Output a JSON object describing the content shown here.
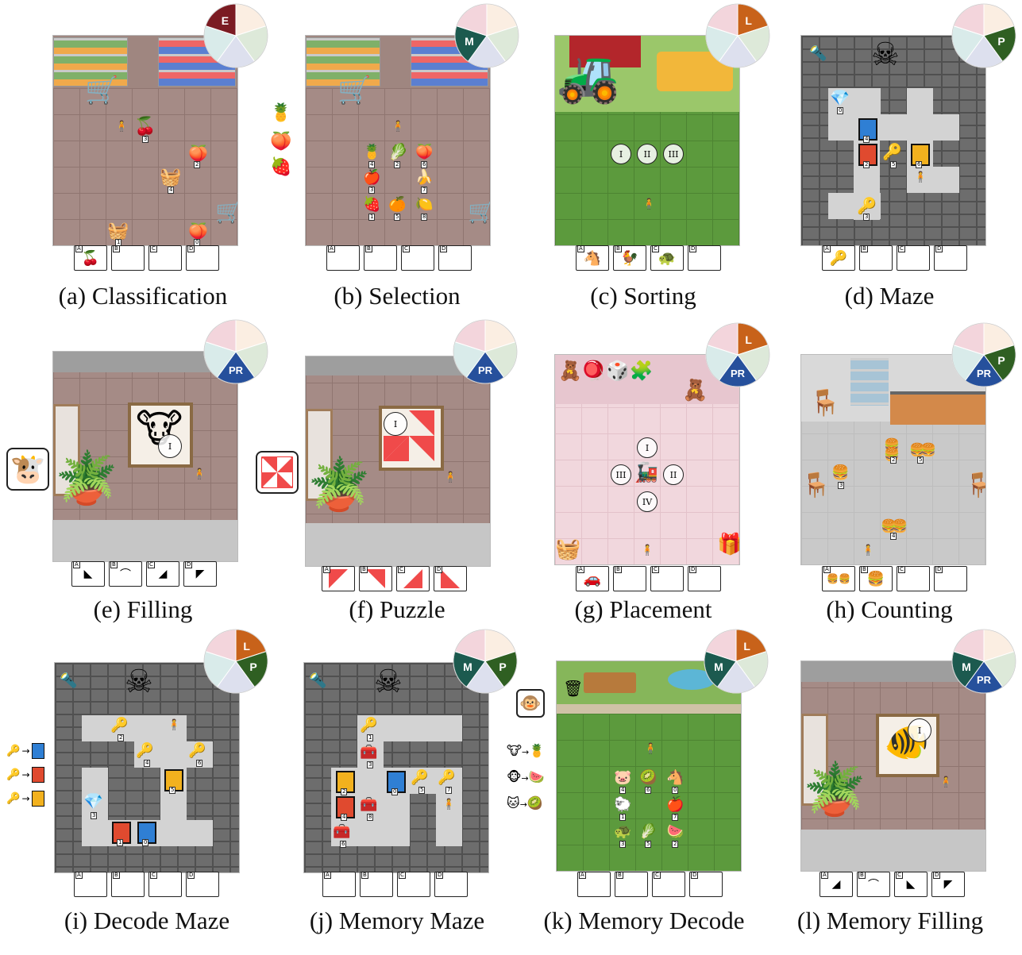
{
  "captions": {
    "a": "(a) Classification",
    "b": "(b) Selection",
    "c": "(c) Sorting",
    "d": "(d) Maze",
    "e": "(e) Filling",
    "f": "(f) Puzzle",
    "g": "(g) Placement",
    "h": "(h) Counting",
    "i": "(i) Decode Maze",
    "j": "(j) Memory Maze",
    "k": "(k) Memory Decode",
    "l": "(l) Memory Filling"
  },
  "answer_letters": [
    "A",
    "B",
    "C",
    "D"
  ],
  "pie_labels": {
    "E": "E",
    "M": "M",
    "L": "L",
    "P": "P",
    "PR": "PR"
  },
  "circle_labels": [
    "I",
    "II",
    "III",
    "IV"
  ],
  "item_numbers": [
    "0",
    "1",
    "2",
    "3",
    "4",
    "5",
    "6",
    "7",
    "8"
  ],
  "colors": {
    "E": "#7b1b22",
    "M": "#1c5a4f",
    "L": "#c8621a",
    "P": "#2f5f22",
    "PR": "#26509c",
    "pie_bg": [
      "#f3d5dc",
      "#fbeee2",
      "#dde9d9",
      "#dde0ee",
      "#d9ebea"
    ]
  }
}
